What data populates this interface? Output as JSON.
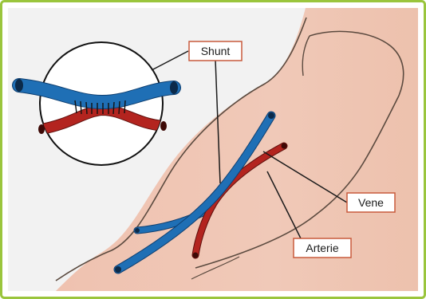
{
  "labels": {
    "shunt": "Shunt",
    "vene": "Vene",
    "arterie": "Arterie"
  },
  "colors": {
    "frame_border": "#9ac53d",
    "background": "#f2f2f2",
    "skin_fill": "#efc5b3",
    "skin_outline": "#5b4a3f",
    "vein": "#1f6fb5",
    "artery": "#b3241f",
    "label_border": "#c85a3c",
    "leader_line": "#1a1a1a"
  }
}
